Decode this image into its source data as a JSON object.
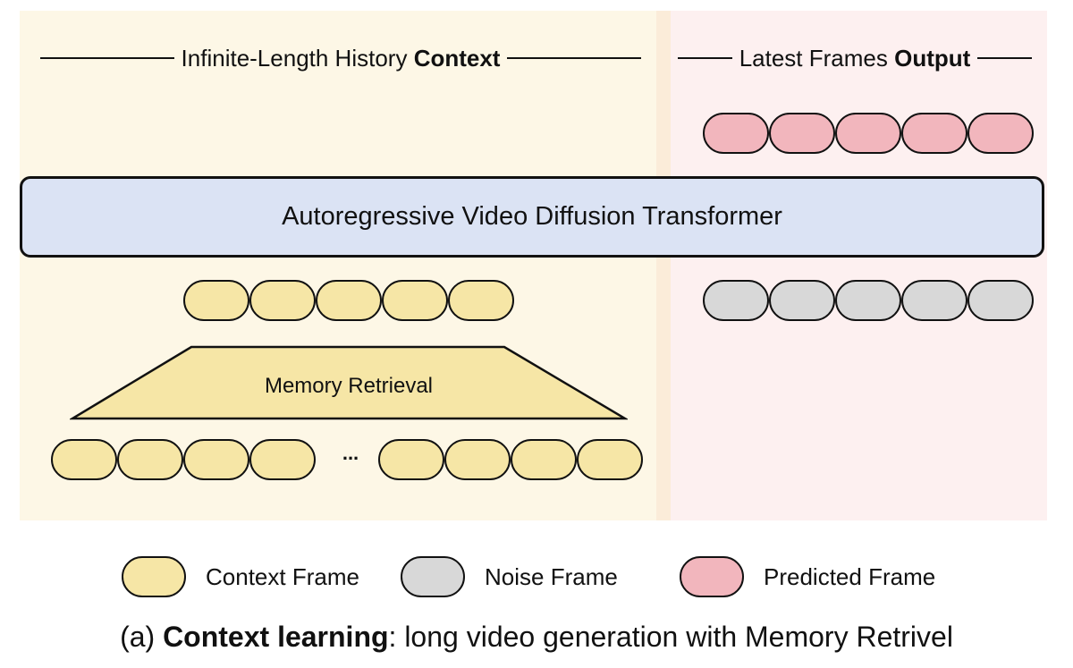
{
  "header_left": {
    "prefix": "Infinite-Length History ",
    "emphasis": "Context"
  },
  "header_right": {
    "prefix": "Latest Frames ",
    "emphasis": "Output"
  },
  "transformer_label": "Autoregressive Video Diffusion Transformer",
  "memory_label": "Memory Retrieval",
  "ellipsis": "...",
  "legend": {
    "context": "Context Frame",
    "noise": "Noise Frame",
    "predicted": "Predicted Frame"
  },
  "caption": {
    "prefix": "(a) ",
    "emphasis": "Context learning",
    "suffix": ": long video generation with Memory Retrivel"
  },
  "colors": {
    "context_frame": "#f6e6a6",
    "noise_frame": "#d8d8d8",
    "predicted_frame": "#f2b6bd",
    "transformer": "#dbe3f4",
    "context_panel": "#fdf7e6",
    "output_panel": "#fdf0f0"
  }
}
